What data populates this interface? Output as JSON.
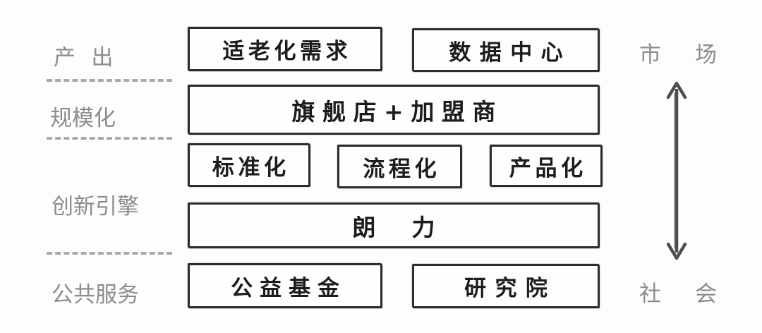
{
  "colors": {
    "background": "#fdfdfd",
    "box_border": "#2c2c2c",
    "box_text": "#1c1c1c",
    "axis_text": "#8c8c8c",
    "divider": "#9c9c9c",
    "arrow": "#4d4d4d"
  },
  "left_axis": {
    "items": [
      {
        "label": "产出"
      },
      {
        "label": "规模化"
      },
      {
        "label": "创新引擎"
      },
      {
        "label": "公共服务"
      }
    ]
  },
  "right_axis": {
    "top_label": "市场",
    "bottom_label": "社会",
    "arrow_icon": "double-vertical-arrow"
  },
  "matrix": {
    "rows": [
      {
        "boxes": [
          {
            "label": "适老化需求"
          },
          {
            "label": "数据中心"
          }
        ]
      },
      {
        "boxes": [
          {
            "label": "旗舰店+加盟商"
          }
        ]
      },
      {
        "boxes": [
          {
            "label": "标准化"
          },
          {
            "label": "流程化"
          },
          {
            "label": "产品化"
          }
        ]
      },
      {
        "boxes": [
          {
            "label": "朗力"
          }
        ]
      },
      {
        "boxes": [
          {
            "label": "公益基金"
          },
          {
            "label": "研究院"
          }
        ]
      }
    ]
  }
}
